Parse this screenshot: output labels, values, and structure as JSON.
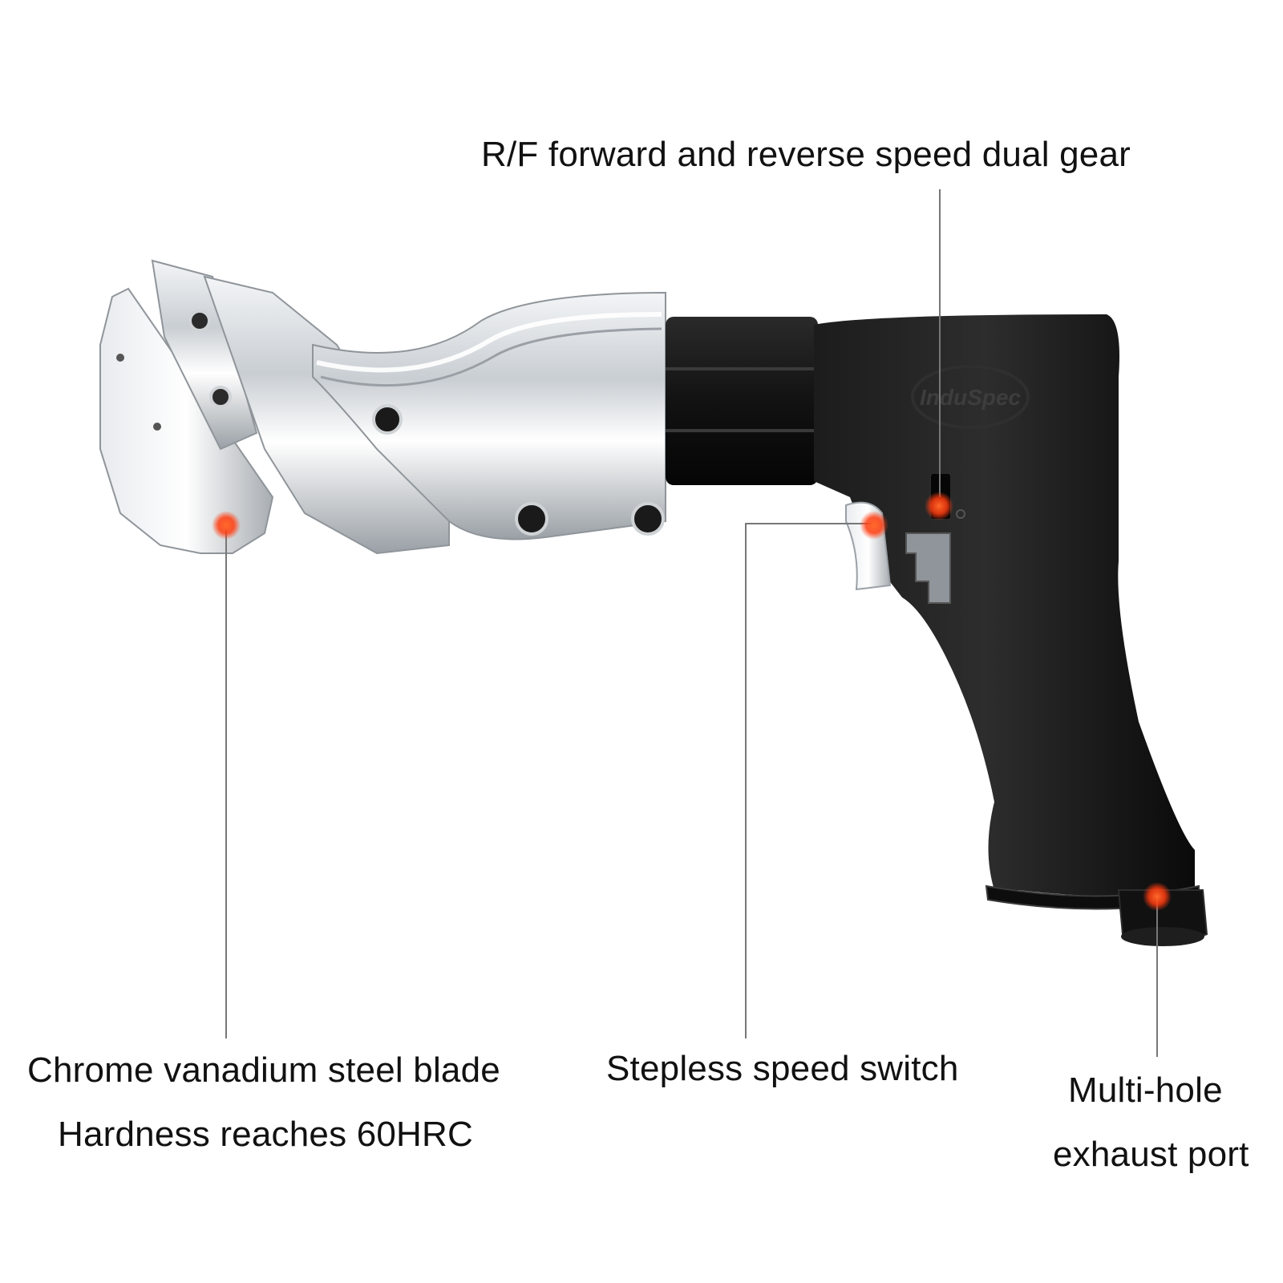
{
  "callouts": {
    "gear": {
      "text": "R/F forward and reverse speed dual gear"
    },
    "blade": {
      "line1": "Chrome vanadium steel blade",
      "line2": "Hardness reaches 60HRC"
    },
    "switch": {
      "text": "Stepless speed switch"
    },
    "exhaust": {
      "line1": "Multi-hole",
      "line2": "exhaust port"
    }
  },
  "product": {
    "icon": "pneumatic-shear-icon",
    "brand_logo_text": "InduSpec"
  },
  "colors": {
    "marker": "#ff4a1c",
    "leader_line": "#777777",
    "housing": "#141414",
    "chrome": "#d4d8dc"
  }
}
